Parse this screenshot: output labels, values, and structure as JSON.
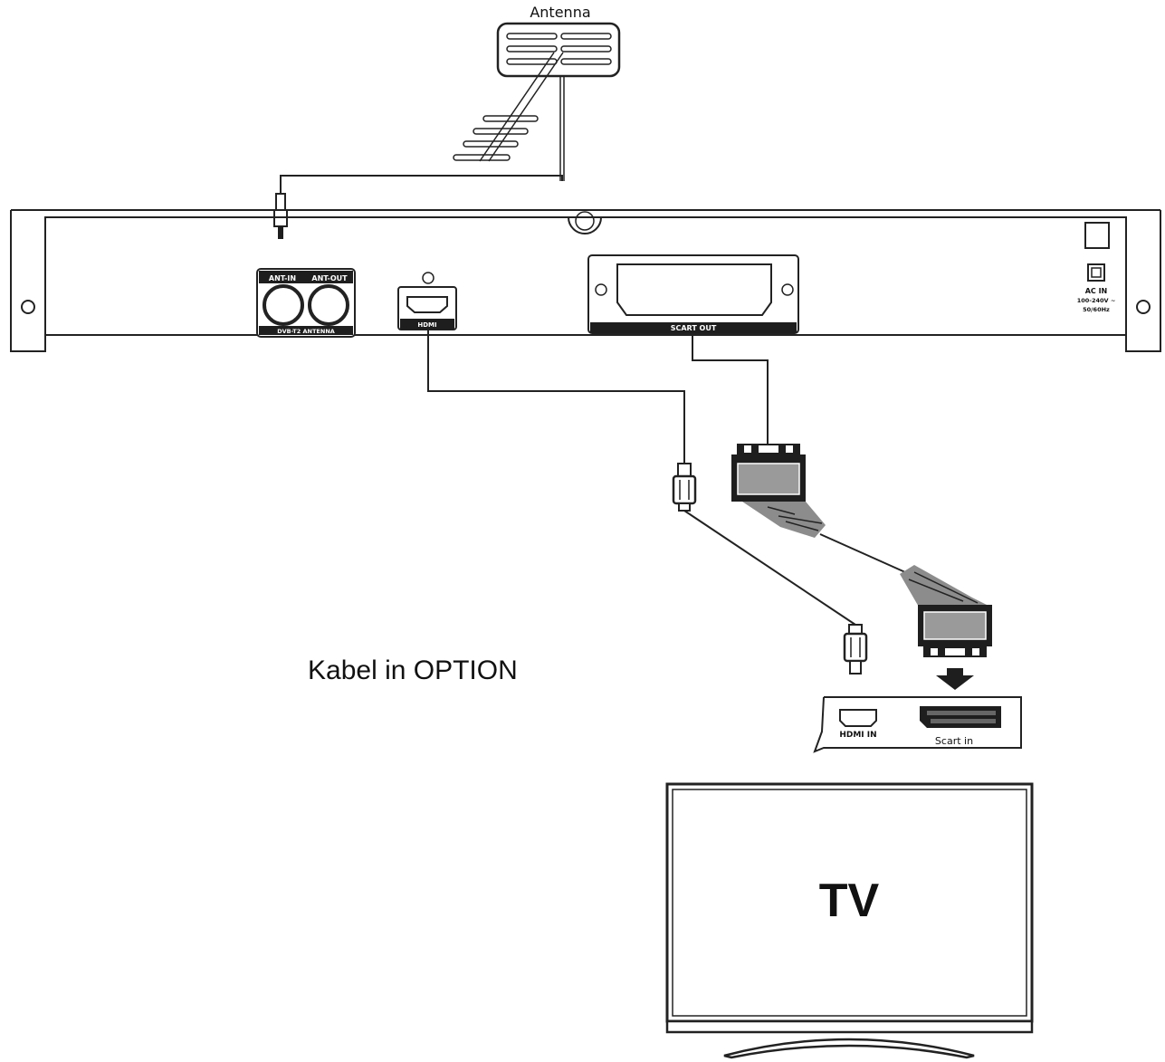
{
  "labels": {
    "antenna": "Antenna",
    "ant_in": "ANT-IN",
    "ant_out": "ANT-OUT",
    "dvb_t2_antenna": "DVB-T2 ANTENNA",
    "hdmi": "HDMI",
    "scart_out": "SCART OUT",
    "ac_in": "AC IN",
    "voltage": "100-240V ~",
    "frequency": "50/60Hz",
    "cable_option": "Kabel in OPTION",
    "hdmi_in": "HDMI IN",
    "scart_in": "Scart in",
    "tv": "TV"
  },
  "colors": {
    "line": "#222222",
    "connector_dark": "#1e1e1e",
    "connector_grey": "#8c8c8c",
    "background": "#ffffff"
  }
}
